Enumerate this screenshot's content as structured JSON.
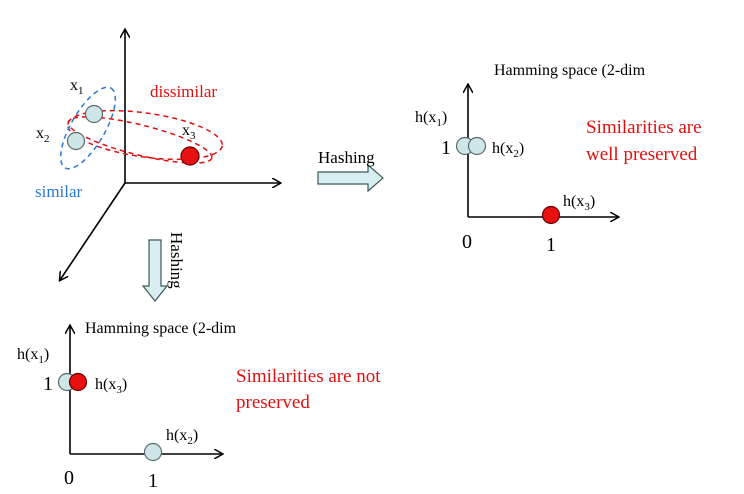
{
  "top_left": {
    "labels": {
      "x1": "x",
      "x1_sub": "1",
      "x2": "x",
      "x2_sub": "2",
      "x3": "x",
      "x3_sub": "3",
      "dissimilar": "dissimilar",
      "similar": "similar"
    }
  },
  "arrows": {
    "right_label": "Hashing",
    "down_label": "Hashing"
  },
  "right_panel": {
    "title": "Hamming space (2-dim",
    "h_x1": "h(x",
    "h_x1_sub": "1",
    "h_x1_close": ")",
    "h_x2": "h(x",
    "h_x2_sub": "2",
    "h_x2_close": ")",
    "h_x3": "h(x",
    "h_x3_sub": "3",
    "h_x3_close": ")",
    "tick_y1": "1",
    "tick_x0": "0",
    "tick_x1": "1",
    "note_line1": "Similarities are",
    "note_line2": "well preserved"
  },
  "bottom_panel": {
    "title": "Hamming space (2-dim",
    "h_x1": "h(x",
    "h_x1_sub": "1",
    "h_x1_close": ")",
    "h_x3": "h(x",
    "h_x3_sub": "3",
    "h_x3_close": ")",
    "h_x2": "h(x",
    "h_x2_sub": "2",
    "h_x2_close": ")",
    "tick_y1": "1",
    "tick_x0": "0",
    "tick_x1": "1",
    "note_line1": "Similarities are not",
    "note_line2": "preserved"
  },
  "colors": {
    "point_fill": "#cfe6e8",
    "red_point": "#e81010",
    "red_text": "#e01010",
    "blue_text": "#2a78d6"
  }
}
